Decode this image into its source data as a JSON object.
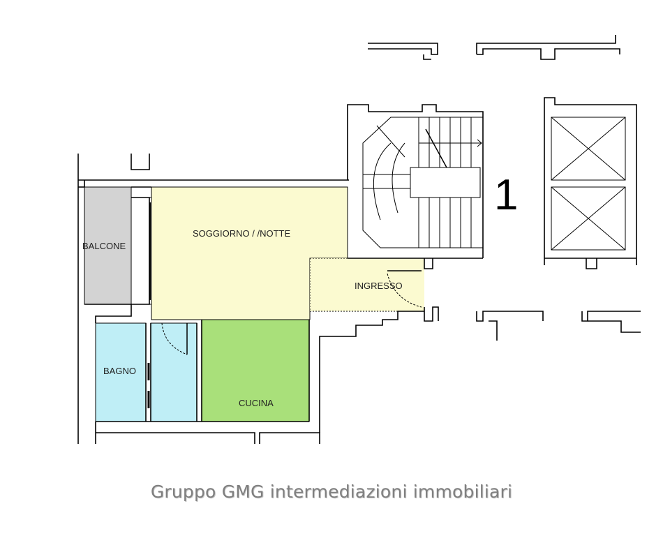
{
  "rooms": {
    "balcone": "BALCONE",
    "soggiorno": "SOGGIORNO / /NOTTE",
    "ingresso": "INGRESSO",
    "bagno": "BAGNO",
    "cucina": "CUCINA"
  },
  "colors": {
    "balcone": "#d3d3d3",
    "soggiorno": "#fbfad0",
    "ingresso": "#fbfad0",
    "bagno": "#bfeef6",
    "cucina": "#a9e07a"
  },
  "stair_number": "1",
  "footer": "Gruppo GMG intermediazioni immobiliari"
}
